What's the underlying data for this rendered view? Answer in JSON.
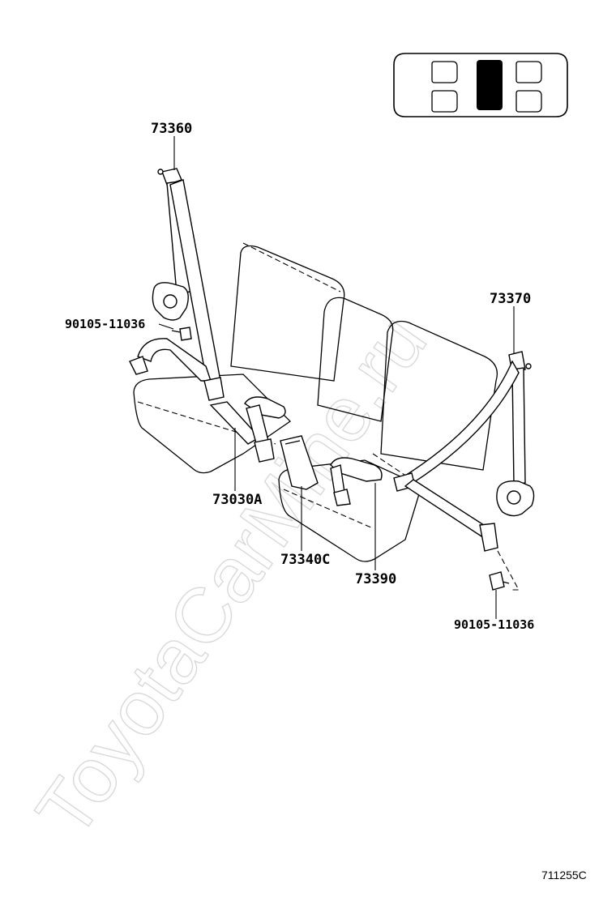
{
  "watermark": "ToyotaCarMine.ru",
  "reference_code": "711255C",
  "parts": {
    "retractor_left": "73360",
    "bolt_left": "90105-11036",
    "buckle_center_left": "73030A",
    "buckle_center": "73340C",
    "buckle_right": "73390",
    "retractor_right": "73370",
    "bolt_right": "90105-11036"
  },
  "locator": {
    "highlighted_seat": "rear-center-column"
  }
}
